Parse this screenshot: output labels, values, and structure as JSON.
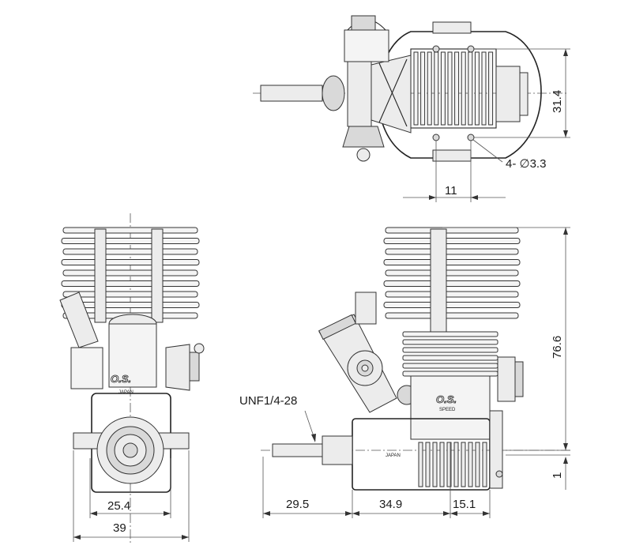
{
  "dimensions": {
    "top_height": "31.4",
    "hole_spec": "4- ∅3.3",
    "hole_spacing": "11",
    "overall_height": "76.6",
    "thread": "UNF1/4-28",
    "front_mount_width": "25.4",
    "front_total_width": "39",
    "shaft_length": "29.5",
    "crankcase_length": "34.9",
    "rear_length": "15.1",
    "offset": "1"
  },
  "markings": {
    "logo": "O.S.",
    "origin": "JAPAN",
    "model": "SPEED"
  }
}
